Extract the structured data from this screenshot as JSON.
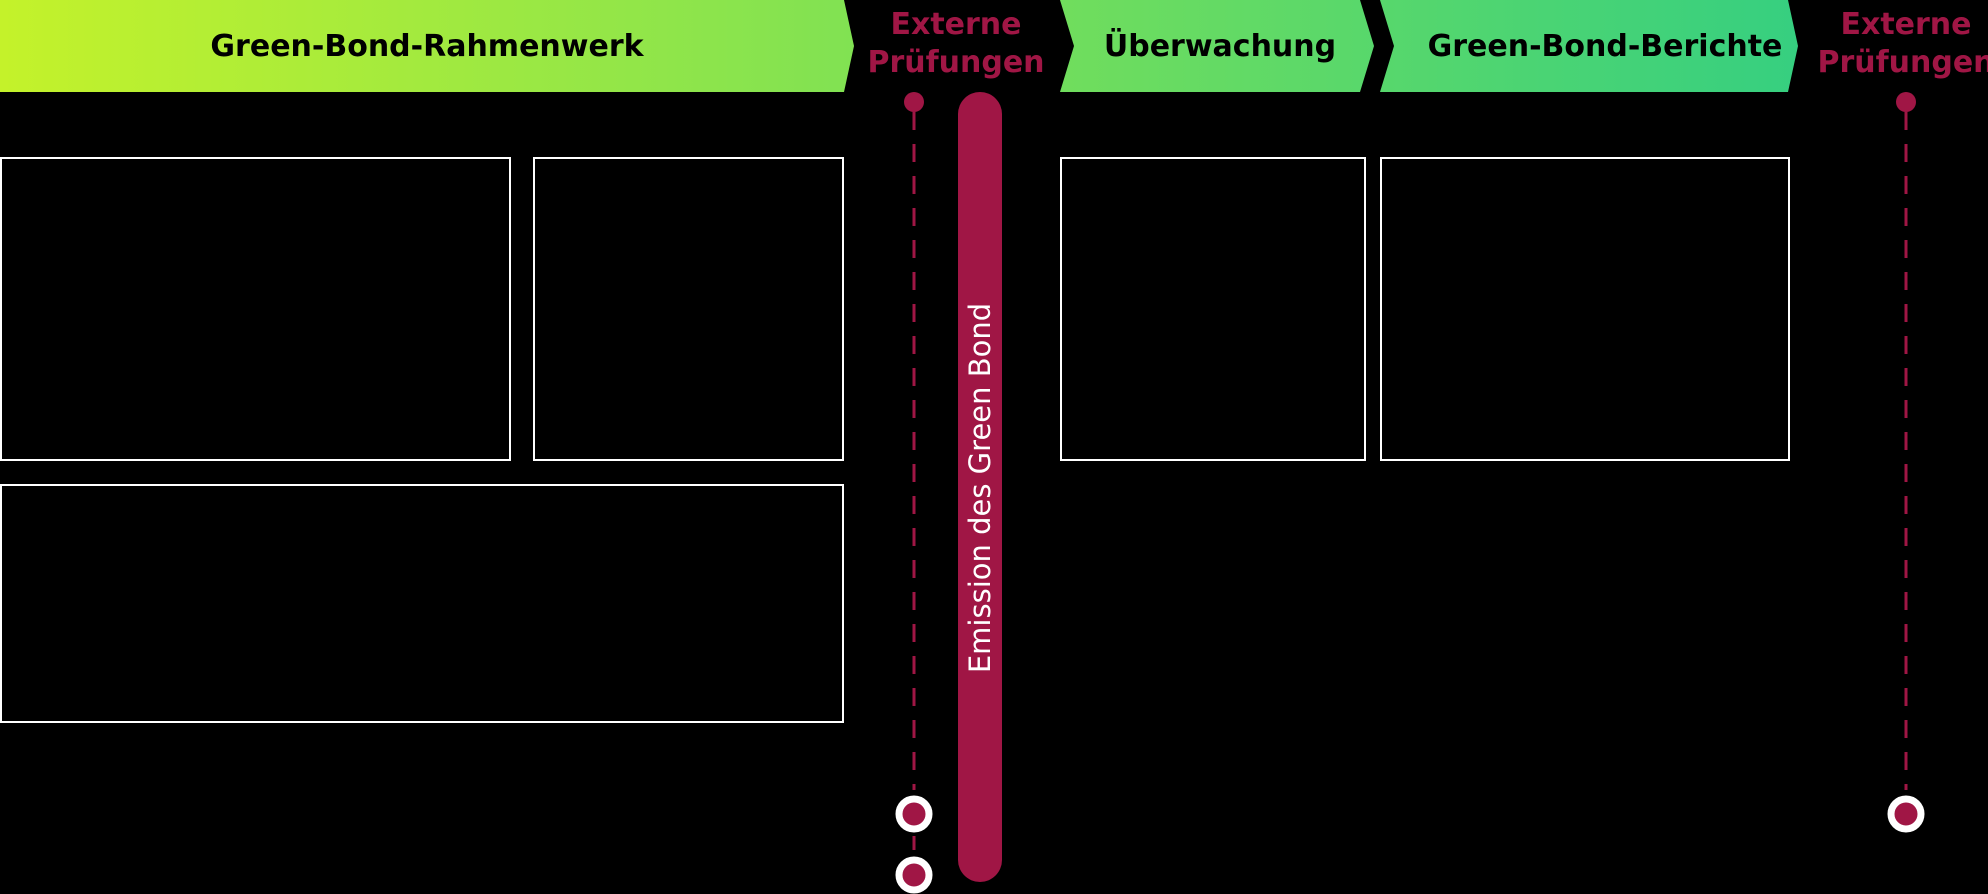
{
  "colors": {
    "background": "#000000",
    "accent": "#a01645",
    "gradient_start": "#c4f22a",
    "gradient_end": "#36cf80",
    "header_text": "#000000",
    "box_border": "#ffffff"
  },
  "header": {
    "framework": "Green-Bond-Rahmenwerk",
    "monitoring": "Überwachung",
    "reports": "Green-Bond-Berichte"
  },
  "external_reviews": {
    "pre_issuance": {
      "line1": "Externe",
      "line2": "Prüfungen"
    },
    "post_issuance": {
      "line1": "Externe",
      "line2": "Prüfungen"
    }
  },
  "issuance": {
    "label": "Emission des Green Bond"
  },
  "icons": {
    "timeline_start": "filled-dot-icon",
    "milestone": "ring-dot-icon"
  }
}
